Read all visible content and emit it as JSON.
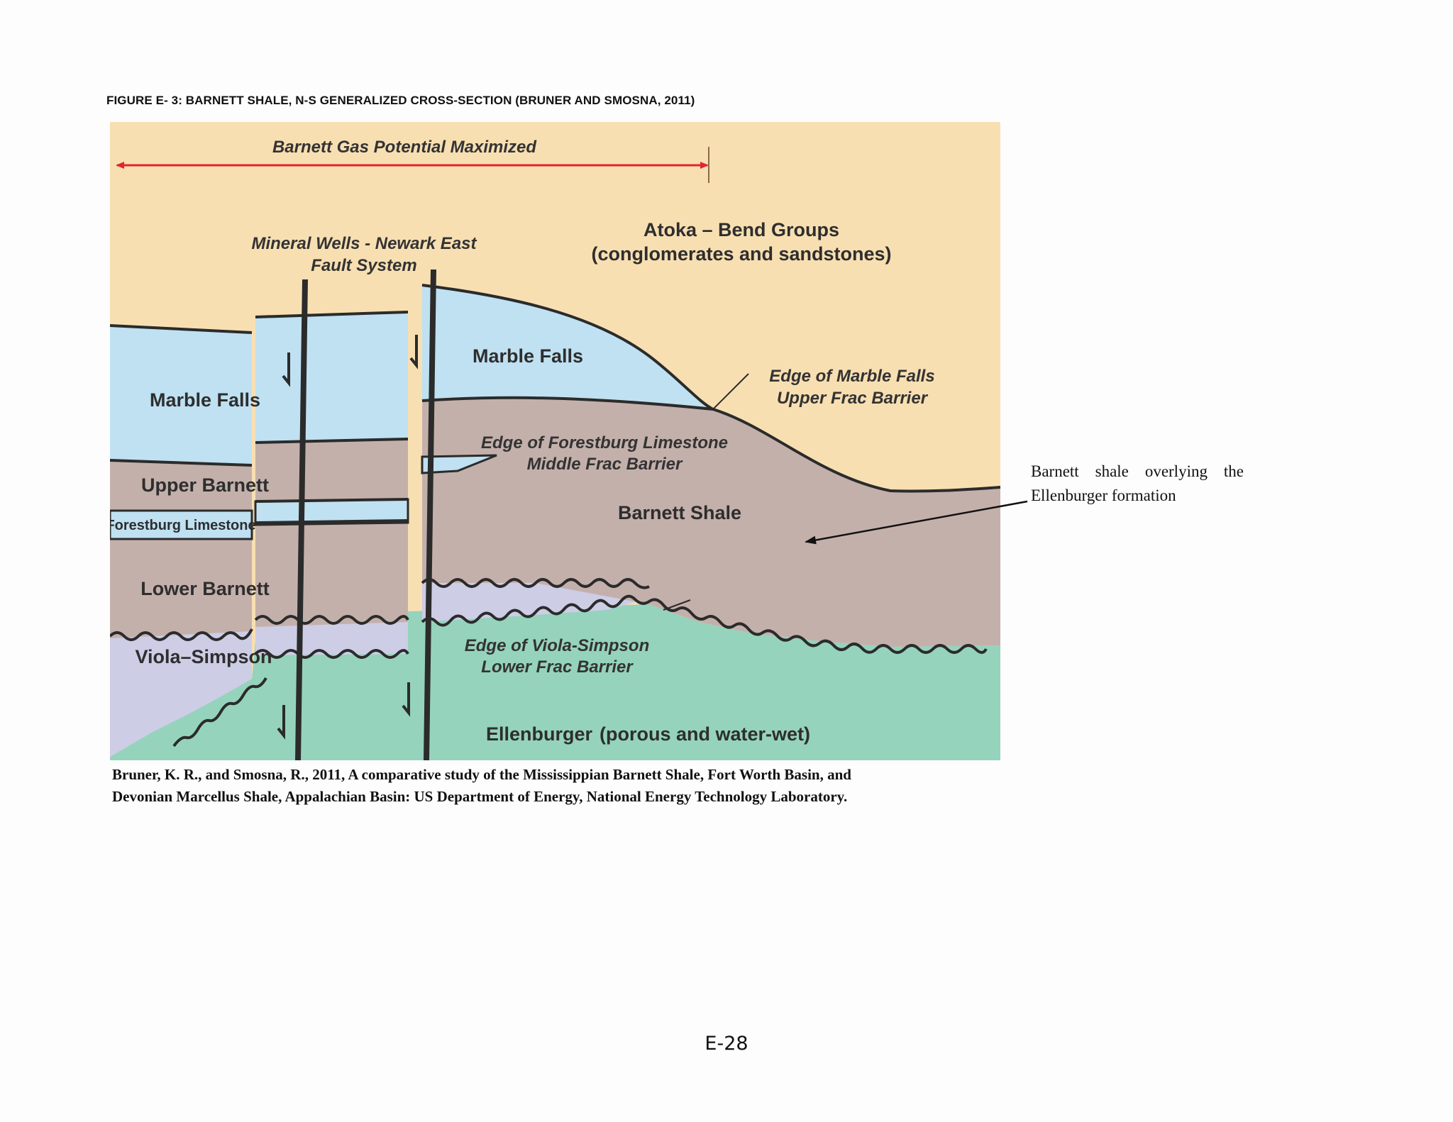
{
  "figure_caption": "FIGURE E- 3: BARNETT SHALE, N-S GENERALIZED CROSS-SECTION (BRUNER AND SMOSNA, 2011)",
  "diagram": {
    "top_banner": "Barnett Gas Potential Maximized",
    "fault_label_line1": "Mineral Wells - Newark East",
    "fault_label_line2": "Fault System",
    "atoka_line1": "Atoka – Bend Groups",
    "atoka_line2": "(conglomerates and sandstones)",
    "marble_falls_left": "Marble Falls",
    "marble_falls_right": "Marble Falls",
    "edge_marble_line1": "Edge of Marble Falls",
    "edge_marble_line2": "Upper Frac Barrier",
    "edge_forestburg_line1": "Edge of Forestburg Limestone",
    "edge_forestburg_line2": "Middle Frac Barrier",
    "upper_barnett": "Upper Barnett",
    "forestburg_limestone": "Forestburg Limestone",
    "barnett_shale": "Barnett Shale",
    "lower_barnett": "Lower Barnett",
    "viola_simpson": "Viola–Simpson",
    "edge_viola_line1": "Edge of Viola-Simpson",
    "edge_viola_line2": "Lower Frac Barrier",
    "ellenburger_name": "Ellenburger",
    "ellenburger_desc": "(porous and water-wet)"
  },
  "citation": {
    "line1": "Bruner, K. R., and Smosna, R., 2011, A comparative study of the Mississippian Barnett Shale, Fort Worth Basin, and",
    "line2": "Devonian Marcellus Shale, Appalachian Basin: US Department of Energy, National Energy Technology Laboratory."
  },
  "annotation": "Barnett shale overlying the Ellenburger formation",
  "page_number": "E-28",
  "colors": {
    "sand": "#f8dfb2",
    "marble_falls": "#bfe1f2",
    "barnett_shale": "#c4b0ab",
    "viola_simpson": "#cdcde6",
    "ellenburger": "#95d3bd",
    "banner_arrow": "#e1262d"
  }
}
